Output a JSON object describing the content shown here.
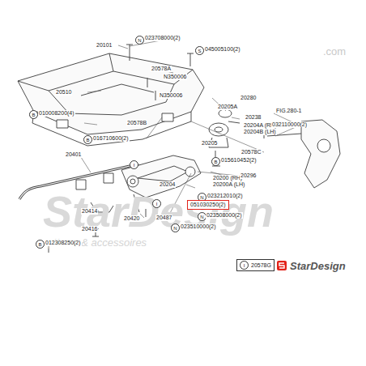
{
  "diagram": {
    "nodes": [
      {
        "text": [
          "N"
        ]
      },
      {
        "text": [
          "S"
        ]
      },
      {
        "text": [
          "B"
        ]
      },
      {
        "text": [
          "B"
        ]
      },
      {
        "text": [
          "B"
        ]
      },
      {
        "text": [
          "N"
        ]
      },
      {
        "text": [
          "051030250(2)"
        ]
      },
      {
        "text": [
          "N"
        ]
      },
      {
        "text": [
          "N"
        ]
      },
      {
        "text": [
          "B"
        ]
      },
      {
        "text": [
          "20578G"
        ]
      },
      {
        "text": [
          "I"
        ],
        "in": 10
      },
      {
        "text": [
          "I"
        ]
      },
      {
        "text": [
          "I"
        ]
      }
    ],
    "labels": [
      "20101",
      "023708000(2)",
      "045005100(2)",
      "20578A",
      "N350006",
      "N350006",
      "20510",
      "010008200(4)",
      "20578B",
      "016710600(2)",
      "20401",
      "20414",
      "20416",
      "012308250(2)",
      "20420",
      "20487",
      "023510000(2)",
      "20204",
      "20200 (RH)",
      "20200A (LH)",
      "023212010(2)",
      "023508000(2)",
      "20280",
      "20205A",
      "20238",
      "20204A (RH)",
      "20204B (LH)",
      "20205",
      "20578C",
      "015610452(2)",
      "20296",
      "FIG.280-1",
      "032110000(2)",
      "StarDesign",
      "pièces & accessoires",
      ".com",
      "StarDesign"
    ]
  }
}
